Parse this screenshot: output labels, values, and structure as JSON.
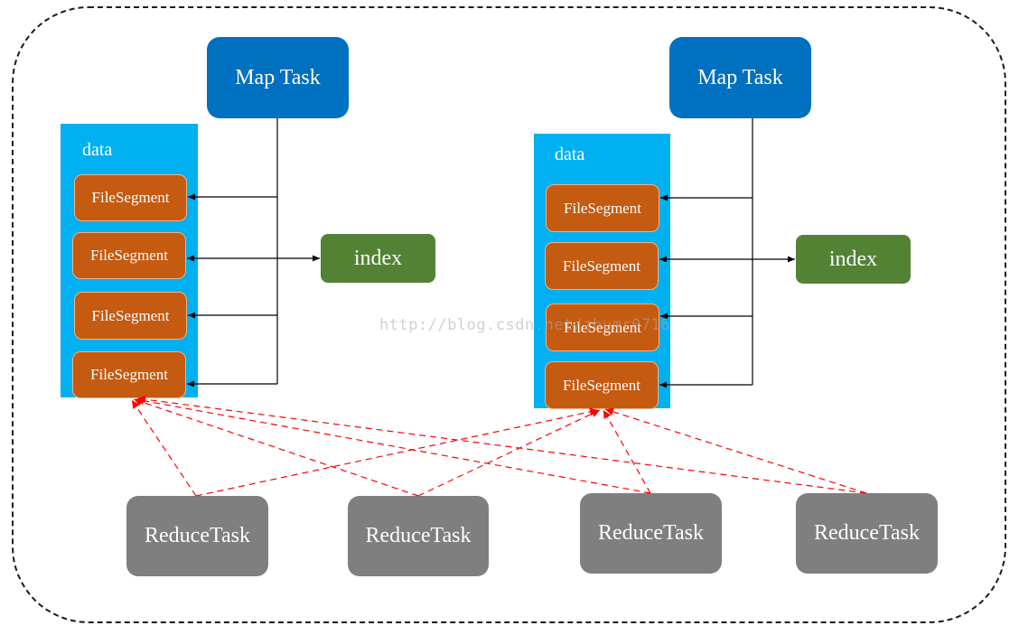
{
  "colors": {
    "map_task": "#0070c0",
    "data_block": "#00b0f0",
    "file_segment": "#c55a11",
    "index": "#548235",
    "reduce_task": "#7f7f7f",
    "fetch_arrow": "#ff0000",
    "write_arrow": "#000000"
  },
  "left_group": {
    "map_task": "Map Task",
    "data_label": "data",
    "segments": [
      "FileSegment",
      "FileSegment",
      "FileSegment",
      "FileSegment"
    ],
    "index": "index"
  },
  "right_group": {
    "map_task": "Map Task",
    "data_label": "data",
    "segments": [
      "FileSegment",
      "FileSegment",
      "FileSegment",
      "FileSegment"
    ],
    "index": "index"
  },
  "reduce_tasks": [
    "ReduceTask",
    "ReduceTask",
    "ReduceTask",
    "ReduceTask"
  ],
  "watermark": "http://blog.csdn.net/zhumr0716"
}
